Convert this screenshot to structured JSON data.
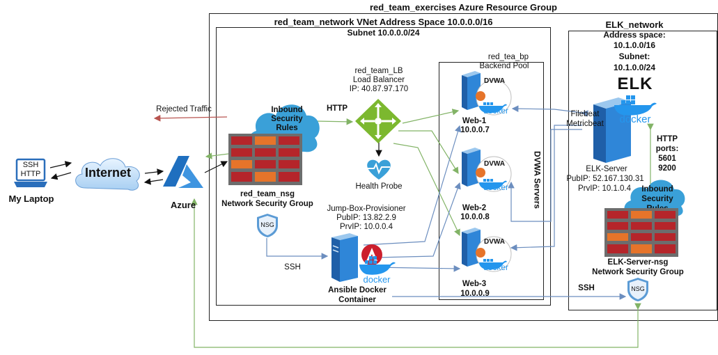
{
  "containers": {
    "resource_group": "red_team_exercises Azure Resource Group",
    "vnet": "red_team_network VNet  Address Space 10.0.0.0/16",
    "subnet": "Subnet 10.0.0.0/24",
    "backend_pool_name": "red_tea_bp",
    "backend_pool_label": "Backend Pool",
    "dvwa_servers": "DVWA Servers",
    "elk_network": {
      "title": "ELK_network",
      "address_space_label": "Address space:",
      "address_space": "10.1.0.0/16",
      "subnet_label": "Subnet:",
      "subnet": "10.1.0.0/24"
    }
  },
  "laptop": {
    "screen_line1": "SSH",
    "screen_line2": "HTTP",
    "label": "My Laptop"
  },
  "internet": {
    "label": "Internet"
  },
  "azure": {
    "label": "Azure"
  },
  "rejected": {
    "label": "Rejected Traffic"
  },
  "nsg": {
    "cloud_line1": "Inbound",
    "cloud_line2": "Security",
    "cloud_line3": "Rules",
    "name": "red_team_nsg",
    "type": "Network Security Group",
    "badge": "NSG"
  },
  "load_balancer": {
    "name": "red_team_LB",
    "type": "Load Balancer",
    "ip": "IP: 40.87.97.170"
  },
  "health_probe": {
    "label": "Health Probe"
  },
  "http_label": "HTTP",
  "jumpbox": {
    "name": "Jump-Box-Provisioner",
    "pub": "PubIP: 13.82.2.9",
    "prv": "PrvIP: 10.0.0.4",
    "container_line1": "Ansible Docker",
    "container_line2": "Container"
  },
  "ssh_label": "SSH",
  "web1": {
    "name": "Web-1",
    "ip": "10.0.0.7"
  },
  "web2": {
    "name": "Web-2",
    "ip": "10.0.0.8"
  },
  "web3": {
    "name": "Web-3",
    "ip": "10.0.0.9"
  },
  "dvwa_text": "DVWA",
  "docker_text": "docker",
  "elk": {
    "logo": "ELK",
    "beat1": "Filebeat",
    "beat2": "Metricbeat",
    "name": "ELK-Server",
    "pub": "PubIP: 52.167.130.31",
    "prv": "PrvIP: 10.1.0.4",
    "http": "HTTP",
    "ports_label": "ports:",
    "port1": "5601",
    "port2": "9200",
    "cloud_line1": "Inbound",
    "cloud_line2": "Security",
    "cloud_line3": "Rules",
    "nsg_name": "ELK-Server-nsg",
    "nsg_type": "Network Security Group",
    "badge": "NSG",
    "ssh": "SSH"
  },
  "colors": {
    "green_line": "#82b366",
    "blue_line": "#6c8ebf",
    "red_line": "#b85450",
    "firewall_red": "#b5252a",
    "firewall_orange": "#e6742a",
    "cloud_blue": "#3aa0d8",
    "lb_green": "#7cb82f",
    "azure_blue": "#1f6fbf",
    "docker_blue": "#2496ed"
  }
}
